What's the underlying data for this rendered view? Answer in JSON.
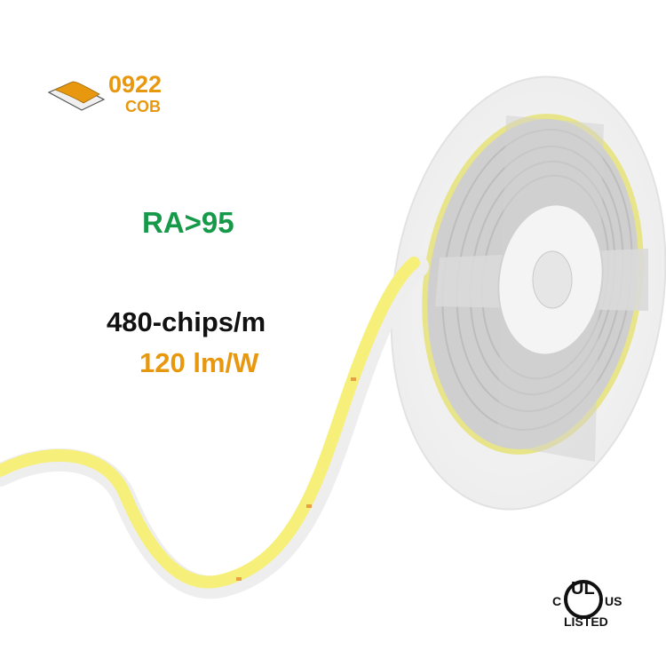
{
  "product": {
    "chip_code": "0922",
    "chip_type": "COB",
    "color_rendering": "RA>95",
    "chip_density": "480-chips/m",
    "efficacy": "120 lm/W"
  },
  "certification": {
    "mark": "UL",
    "left": "C",
    "right": "US",
    "status": "LISTED"
  },
  "colors": {
    "accent_orange": "#E8980F",
    "accent_green": "#17994A",
    "strip_yellow": "#F6F07A"
  },
  "icons": [
    "cob-chip-icon",
    "led-reel-image",
    "ul-listed-logo"
  ]
}
